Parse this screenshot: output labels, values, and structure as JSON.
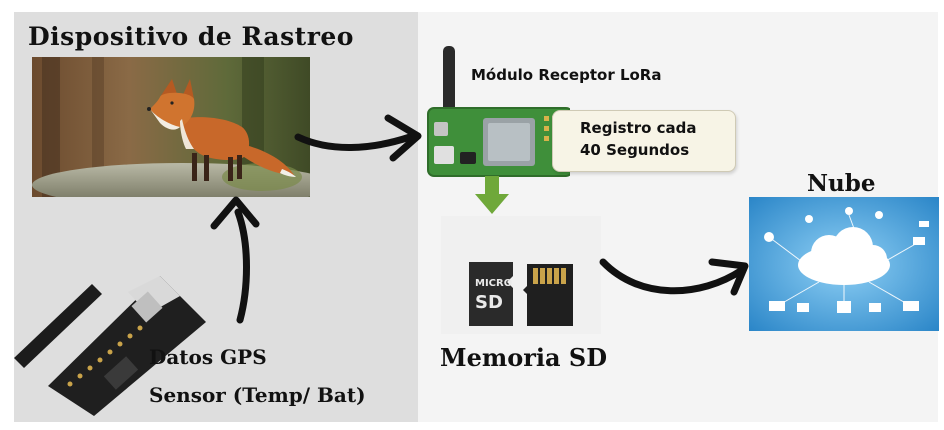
{
  "labels": {
    "device_title": "Dispositivo de Rastreo",
    "module_title": "Módulo Receptor LoRa",
    "note_line1": "Registro cada",
    "note_line2": "40 Segundos",
    "cloud_title": "Nube",
    "memory_title": "Memoria SD",
    "data_line1": "Datos GPS",
    "data_line2": "Sensor (Temp/ Bat)"
  },
  "sd_card": {
    "micro_label": "MICRO",
    "sd_label": "SD"
  },
  "colors": {
    "left_panel_bg": "#dedede",
    "right_panel_bg": "#f4f4f4",
    "arrow_black": "#111111",
    "arrow_green": "#6fa83a",
    "pcb_green": "#3f8f3a",
    "cloud_bg": "#3a9ad9"
  }
}
